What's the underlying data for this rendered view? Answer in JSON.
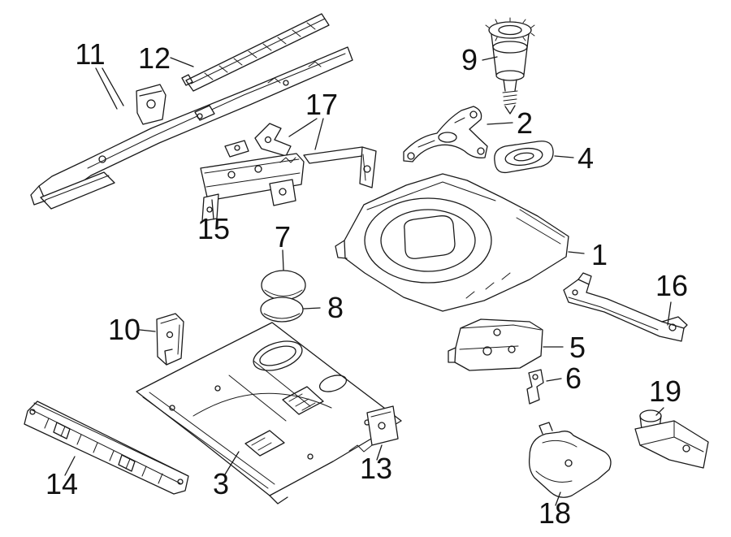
{
  "page": {
    "background": "#ffffff",
    "line_color": "#1a1a1a",
    "label_color": "#111111"
  },
  "diagram": {
    "type": "exploded-parts-line-diagram",
    "callouts": [
      {
        "number": "1"
      },
      {
        "number": "2"
      },
      {
        "number": "3"
      },
      {
        "number": "4"
      },
      {
        "number": "5"
      },
      {
        "number": "6"
      },
      {
        "number": "7"
      },
      {
        "number": "8"
      },
      {
        "number": "9"
      },
      {
        "number": "10"
      },
      {
        "number": "11"
      },
      {
        "number": "12"
      },
      {
        "number": "13"
      },
      {
        "number": "14"
      },
      {
        "number": "15"
      },
      {
        "number": "16"
      },
      {
        "number": "17"
      },
      {
        "number": "18"
      },
      {
        "number": "19"
      }
    ]
  }
}
